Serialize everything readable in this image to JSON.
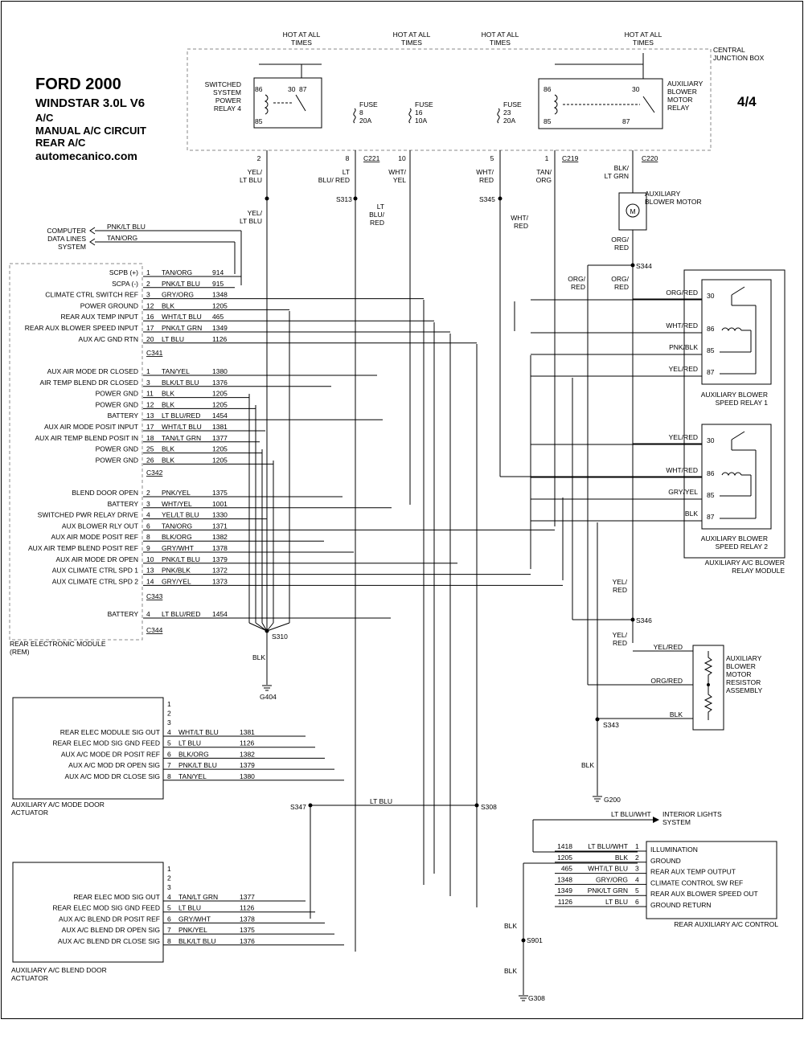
{
  "header": {
    "make_year": "FORD 2000",
    "model": "WINDSTAR  3.0L  V6",
    "system": "A/C",
    "circuit": "MANUAL A/C CIRCUIT",
    "subsystem": "REAR A/C",
    "website": "automecanico.com",
    "page": "4/4"
  },
  "junction_box": {
    "label": "CENTRAL JUNCTION BOX",
    "hot_labels": [
      "HOT AT ALL TIMES",
      "HOT AT ALL TIMES",
      "HOT AT ALL TIMES",
      "HOT AT ALL TIMES"
    ],
    "relay4": {
      "label": "SWITCHED SYSTEM POWER RELAY 4",
      "pins": [
        "86",
        "30",
        "87",
        "85"
      ]
    },
    "fuse8": {
      "label": "FUSE",
      "number": "8",
      "rating": "20A"
    },
    "fuse16": {
      "label": "FUSE",
      "number": "16",
      "rating": "10A"
    },
    "fuse23": {
      "label": "FUSE",
      "number": "23",
      "rating": "20A"
    },
    "aux_relay": {
      "label": "AUXILIARY BLOWER MOTOR RELAY",
      "pins": [
        "86",
        "30",
        "85",
        "87"
      ]
    },
    "pin_numbers": [
      "2",
      "8",
      "10",
      "5",
      "1"
    ],
    "connectors": [
      "C221",
      "C219",
      "C220"
    ]
  },
  "wire_colors": {
    "w1": "YEL/ LT BLU",
    "w2": "LT BLU/ RED",
    "w3": "WHT/ YEL",
    "w4": "WHT/ RED",
    "w5": "TAN/ ORG",
    "w6": "BLK/ LT GRN",
    "w7": "YEL/ LT BLU",
    "w8": "LT BLU/ RED",
    "w9": "WHT/ RED",
    "w10": "ORG/ RED",
    "w11": "ORG/ RED",
    "w12": "ORG/ RED",
    "blk1": "BLK",
    "blk2": "BLK",
    "blk3": "BLK",
    "blk4": "BLK",
    "ltblu": "LT BLU",
    "yelred1": "YEL/ RED",
    "yelred2": "YEL/ RED"
  },
  "splices": [
    "S313",
    "S345",
    "S344",
    "S346",
    "S343",
    "S310",
    "S347",
    "S308",
    "S901"
  ],
  "grounds": [
    "G404",
    "G200",
    "G308"
  ],
  "computer": {
    "label": "COMPUTER DATA LINES SYSTEM",
    "w1": "PNK/LT BLU",
    "w2": "TAN/ORG"
  },
  "blower_motor": {
    "label": "AUXILIARY BLOWER MOTOR",
    "symbol": "M"
  },
  "rem": {
    "label": "REAR ELECTRONIC MODULE (REM)",
    "connectors": [
      "C341",
      "C342",
      "C343",
      "C344"
    ],
    "c341": [
      {
        "fn": "SCPB (+)",
        "pin": "1",
        "color": "TAN/ORG",
        "circuit": "914"
      },
      {
        "fn": "SCPA (-)",
        "pin": "2",
        "color": "PNK/LT BLU",
        "circuit": "915"
      },
      {
        "fn": "CLIMATE CTRL SWITCH REF",
        "pin": "3",
        "color": "GRY/ORG",
        "circuit": "1348"
      },
      {
        "fn": "POWER GROUND",
        "pin": "12",
        "color": "BLK",
        "circuit": "1205"
      },
      {
        "fn": "REAR AUX TEMP INPUT",
        "pin": "16",
        "color": "WHT/LT BLU",
        "circuit": "465"
      },
      {
        "fn": "REAR AUX BLOWER SPEED INPUT",
        "pin": "17",
        "color": "PNK/LT GRN",
        "circuit": "1349"
      },
      {
        "fn": "AUX A/C GND RTN",
        "pin": "20",
        "color": "LT BLU",
        "circuit": "1126"
      }
    ],
    "c342": [
      {
        "fn": "AUX AIR MODE DR CLOSED",
        "pin": "1",
        "color": "TAN/YEL",
        "circuit": "1380"
      },
      {
        "fn": "AIR TEMP BLEND DR CLOSED",
        "pin": "3",
        "color": "BLK/LT BLU",
        "circuit": "1376"
      },
      {
        "fn": "POWER GND",
        "pin": "11",
        "color": "BLK",
        "circuit": "1205"
      },
      {
        "fn": "POWER GND",
        "pin": "12",
        "color": "BLK",
        "circuit": "1205"
      },
      {
        "fn": "BATTERY",
        "pin": "13",
        "color": "LT BLU/RED",
        "circuit": "1454"
      },
      {
        "fn": "AUX AIR MODE POSIT INPUT",
        "pin": "17",
        "color": "WHT/LT BLU",
        "circuit": "1381"
      },
      {
        "fn": "AUX AIR TEMP BLEND POSIT IN",
        "pin": "18",
        "color": "TAN/LT GRN",
        "circuit": "1377"
      },
      {
        "fn": "POWER GND",
        "pin": "25",
        "color": "BLK",
        "circuit": "1205"
      },
      {
        "fn": "POWER GND",
        "pin": "26",
        "color": "BLK",
        "circuit": "1205"
      }
    ],
    "c343": [
      {
        "fn": "BLEND DOOR OPEN",
        "pin": "2",
        "color": "PNK/YEL",
        "circuit": "1375"
      },
      {
        "fn": "BATTERY",
        "pin": "3",
        "color": "WHT/YEL",
        "circuit": "1001"
      },
      {
        "fn": "SWITCHED PWR RELAY DRIVE",
        "pin": "4",
        "color": "YEL/LT BLU",
        "circuit": "1330"
      },
      {
        "fn": "AUX BLOWER RLY OUT",
        "pin": "6",
        "color": "TAN/ORG",
        "circuit": "1371"
      },
      {
        "fn": "AUX AIR MODE POSIT REF",
        "pin": "8",
        "color": "BLK/ORG",
        "circuit": "1382"
      },
      {
        "fn": "AUX AIR TEMP BLEND POSIT REF",
        "pin": "9",
        "color": "GRY/WHT",
        "circuit": "1378"
      },
      {
        "fn": "AUX AIR MODE DR OPEN",
        "pin": "10",
        "color": "PNK/LT BLU",
        "circuit": "1379"
      },
      {
        "fn": "AUX CLIMATE CTRL SPD 1",
        "pin": "13",
        "color": "PNK/BLK",
        "circuit": "1372"
      },
      {
        "fn": "AUX CLIMATE CTRL SPD 2",
        "pin": "14",
        "color": "GRY/YEL",
        "circuit": "1373"
      }
    ],
    "c344": [
      {
        "fn": "BATTERY",
        "pin": "4",
        "color": "LT BLU/RED",
        "circuit": "1454"
      }
    ]
  },
  "relay_module": {
    "label": "AUXILIARY A/C BLOWER RELAY MODULE",
    "relay1": {
      "label": "AUXILIARY BLOWER SPEED RELAY 1",
      "pins": [
        {
          "pin": "30",
          "color": "ORG/RED"
        },
        {
          "pin": "86",
          "color": "WHT/RED"
        },
        {
          "pin": "85",
          "color": "PNK/BLK"
        },
        {
          "pin": "87",
          "color": "YEL/RED"
        }
      ]
    },
    "relay2": {
      "label": "AUXILIARY BLOWER SPEED RELAY 2",
      "pins": [
        {
          "pin": "30",
          "color": "YEL/RED"
        },
        {
          "pin": "86",
          "color": "WHT/RED"
        },
        {
          "pin": "85",
          "color": "GRY/YEL"
        },
        {
          "pin": "87",
          "color": "BLK"
        }
      ]
    }
  },
  "resistor": {
    "label": "AUXILIARY BLOWER MOTOR RESISTOR ASSEMBLY",
    "w1": "YEL/RED",
    "w2": "ORG/RED",
    "w3": "BLK"
  },
  "mode_door": {
    "label": "AUXILIARY A/C MODE DOOR ACTUATOR",
    "empty_pins": [
      "1",
      "2",
      "3"
    ],
    "pins": [
      {
        "fn": "REAR ELEC MODULE SIG OUT",
        "pin": "4",
        "color": "WHT/LT BLU",
        "circuit": "1381"
      },
      {
        "fn": "REAR ELEC MOD SIG GND FEED",
        "pin": "5",
        "color": "LT BLU",
        "circuit": "1126"
      },
      {
        "fn": "AUX A/C MODE DR POSIT REF",
        "pin": "6",
        "color": "BLK/ORG",
        "circuit": "1382"
      },
      {
        "fn": "AUX A/C MOD DR OPEN SIG",
        "pin": "7",
        "color": "PNK/LT BLU",
        "circuit": "1379"
      },
      {
        "fn": "AUX A/C MOD DR CLOSE SIG",
        "pin": "8",
        "color": "TAN/YEL",
        "circuit": "1380"
      }
    ]
  },
  "blend_door": {
    "label": "AUXILIARY A/C BLEND DOOR ACTUATOR",
    "empty_pins": [
      "1",
      "2",
      "3"
    ],
    "pins": [
      {
        "fn": "REAR ELEC MOD SIG OUT",
        "pin": "4",
        "color": "TAN/LT GRN",
        "circuit": "1377"
      },
      {
        "fn": "REAR ELEC MOD SIG GND FEED",
        "pin": "5",
        "color": "LT BLU",
        "circuit": "1126"
      },
      {
        "fn": "AUX A/C BLEND DR POSIT REF",
        "pin": "6",
        "color": "GRY/WHT",
        "circuit": "1378"
      },
      {
        "fn": "AUX A/C BLEND DR OPEN SIG",
        "pin": "7",
        "color": "PNK/YEL",
        "circuit": "1375"
      },
      {
        "fn": "AUX A/C BLEND DR CLOSE SIG",
        "pin": "8",
        "color": "BLK/LT BLU",
        "circuit": "1376"
      }
    ]
  },
  "interior_lights": {
    "label": "INTERIOR LIGHTS SYSTEM",
    "color": "LT BLU/WHT"
  },
  "rear_control": {
    "label": "REAR AUXILIARY A/C CONTROL",
    "pins": [
      {
        "circuit": "1418",
        "color": "LT BLU/WHT",
        "pin": "1",
        "fn": "ILLUMINATION"
      },
      {
        "circuit": "1205",
        "color": "BLK",
        "pin": "2",
        "fn": "GROUND"
      },
      {
        "circuit": "465",
        "color": "WHT/LT BLU",
        "pin": "3",
        "fn": "REAR AUX TEMP OUTPUT"
      },
      {
        "circuit": "1348",
        "color": "GRY/ORG",
        "pin": "4",
        "fn": "CLIMATE CONTROL SW REF"
      },
      {
        "circuit": "1349",
        "color": "PNK/LT GRN",
        "pin": "5",
        "fn": "REAR AUX BLOWER SPEED OUT"
      },
      {
        "circuit": "1126",
        "color": "LT BLU",
        "pin": "6",
        "fn": "GROUND RETURN"
      }
    ]
  }
}
